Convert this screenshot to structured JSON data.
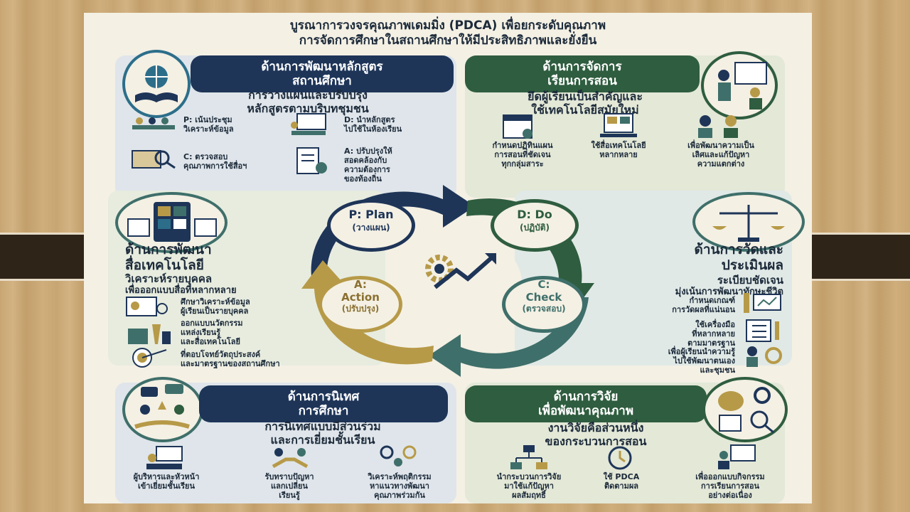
{
  "title": [
    "บูรณาการวงจรคุณภาพเดมมิ่ง (PDCA) เพื่อยกระดับคุณภาพ",
    "การจัดการศึกษาในสถานศึกษาให้มีประสิทธิภาพและยั่งยืน"
  ],
  "curriculum": {
    "header": [
      "ด้านการพัฒนาหลักสูตร",
      "สถานศึกษา"
    ],
    "subtitle": [
      "การวางแผนและปรับปรุง",
      "หลักสูตรตามบริบทชุมชน"
    ],
    "items": [
      [
        "P: เน้นประชุม",
        "วิเคราะห์ข้อมูล"
      ],
      [
        "D: นำหลักสูตร",
        "ไปใช้ในห้องเรียน"
      ],
      [
        "C: ตรวจสอบ",
        "คุณภาพการใช้สื่อฯ"
      ],
      [
        "A: ปรับปรุงให้",
        "สอดคล้องกับ",
        "ความต้องการ",
        "ของท้องถิ่น"
      ]
    ]
  },
  "teaching": {
    "header": [
      "ด้านการจัดการ",
      "เรียนการสอน"
    ],
    "subtitle": [
      "ยึดผู้เรียนเป็นสำคัญและ",
      "ใช้เทคโนโลยีสมัยใหม่"
    ],
    "items": [
      [
        "กำหนดปฏิทินแผน",
        "การสอนที่ชัดเจน",
        "ทุกกลุ่มสาระ"
      ],
      [
        "ใช้สื่อเทคโนโลยี",
        "หลากหลาย"
      ],
      [
        "เพื่อพัฒนาความเป็น",
        "เลิศและแก้ปัญหา",
        "ความแตกต่าง"
      ]
    ]
  },
  "technology": {
    "heading": [
      "ด้านการพัฒนา",
      "สื่อเทคโนโลยี"
    ],
    "subtitle": [
      "วิเคราะห์รายบุคคล",
      "เพื่อออกแบบสื่อที่หลากหลาย"
    ],
    "items": [
      [
        "ศึกษาวิเคราะห์ข้อมูล",
        "ผู้เรียนเป็นรายบุคคล"
      ],
      [
        "ออกแบบนวัตกรรม",
        "แหล่งเรียนรู้",
        "และสื่อเทคโนโลยี"
      ],
      [
        "ที่ตอบโจทย์วัตถุประสงค์",
        "และมาตรฐานของสถานศึกษา"
      ]
    ]
  },
  "assessment": {
    "heading": [
      "ด้านการวัดและ",
      "ประเมินผล"
    ],
    "subtitle": [
      "ระเบียบชัดเจน",
      "มุ่งเน้นการพัฒนาทักษะชีวิต"
    ],
    "items": [
      [
        "กำหนดเกณฑ์",
        "การวัดผลที่แน่นอน"
      ],
      [
        "ใช้เครื่องมือ",
        "ที่หลากหลาย",
        "ตามมาตรฐาน"
      ],
      [
        "เพื่อผู้เรียนนำความรู้",
        "ไปใช้พัฒนาตนเอง",
        "และชุมชน"
      ]
    ]
  },
  "supervision": {
    "header": [
      "ด้านการนิเทศ",
      "การศึกษา"
    ],
    "subtitle": [
      "การนิเทศแบบมีส่วนร่วม",
      "และการเยี่ยมชั้นเรียน"
    ],
    "items": [
      [
        "ผู้บริหารและหัวหน้า",
        "เข้าเยี่ยมชั้นเรียน"
      ],
      [
        "รับทราบปัญหา",
        "แลกเปลี่ยน",
        "เรียนรู้"
      ],
      [
        "วิเคราะห์พฤติกรรม",
        "หาแนวทางพัฒนา",
        "คุณภาพร่วมกัน"
      ]
    ]
  },
  "research": {
    "header": [
      "ด้านการวิจัย",
      "เพื่อพัฒนาคุณภาพ"
    ],
    "subtitle": [
      "งานวิจัยคือส่วนหนึ่ง",
      "ของกระบวนการสอน"
    ],
    "items": [
      [
        "นำกระบวนการวิจัย",
        "มาใช้แก้ปัญหา",
        "ผลสัมฤทธิ์"
      ],
      [
        "ใช้ PDCA",
        "ติดตามผล"
      ],
      [
        "เพื่อออกแบบกิจกรรม",
        "การเรียนการสอน",
        "อย่างต่อเนื่อง"
      ]
    ]
  },
  "cycle": {
    "plan": [
      "P: Plan",
      "(วางแผน)"
    ],
    "do": [
      "D: Do",
      "(ปฏิบัติ)"
    ],
    "check": [
      "C:",
      "Check",
      "(ตรวจสอบ)"
    ],
    "action": [
      "A:",
      "Action",
      "(ปรับปรุง)"
    ]
  },
  "colors": {
    "navy": "#1e3558",
    "green": "#2f5d3f",
    "gold": "#b79a48",
    "teal": "#3f6f6a"
  }
}
